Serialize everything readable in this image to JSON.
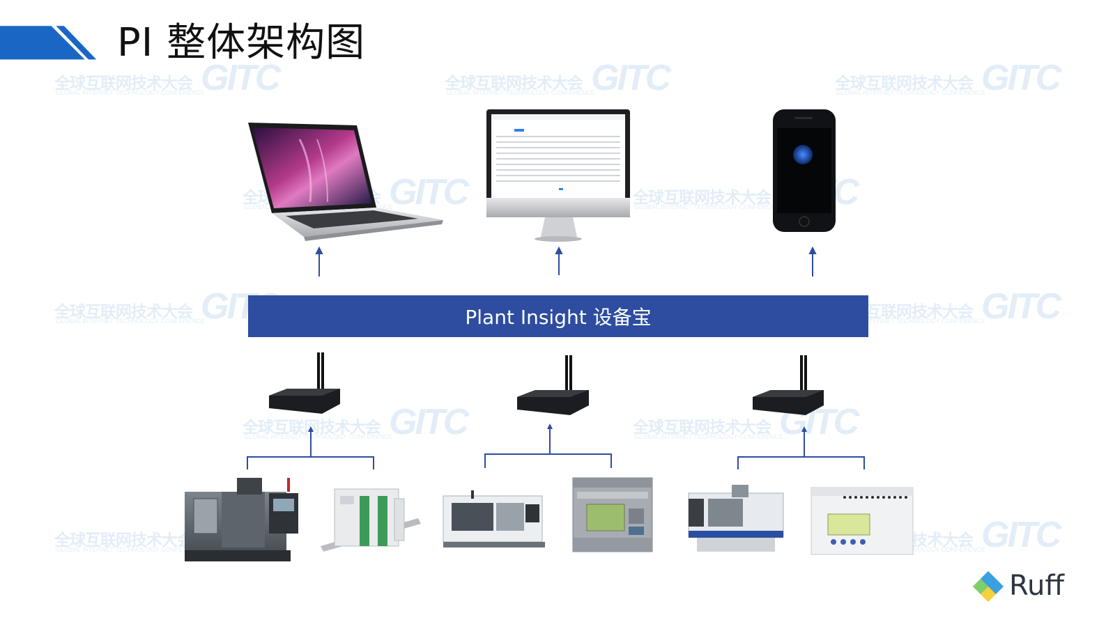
{
  "header": {
    "title": "PI 整体架构图",
    "accent_color": "#1a66c4"
  },
  "platform": {
    "label": "Plant Insight 设备宝",
    "color": "#2e4da0"
  },
  "client_devices": [
    {
      "name": "laptop",
      "icon": "laptop-icon"
    },
    {
      "name": "desktop-monitor",
      "icon": "monitor-icon"
    },
    {
      "name": "smartphone",
      "icon": "phone-icon"
    }
  ],
  "gateways": [
    {
      "icon": "router-icon"
    },
    {
      "icon": "router-icon"
    },
    {
      "icon": "router-icon"
    }
  ],
  "machines": [
    {
      "group": 1,
      "items": [
        "cnc-machining-center-icon",
        "plc-module-icon"
      ]
    },
    {
      "group": 2,
      "items": [
        "cnc-lathe-icon",
        "siemens-logo-plc-icon"
      ]
    },
    {
      "group": 3,
      "items": [
        "cnc-turning-center-icon",
        "smart-relay-icon"
      ]
    }
  ],
  "watermark": {
    "cn": "全球互联网技术大会",
    "en": "GLOBAL INTERNET TECHNOLOGY CONFERENCE",
    "logo": "GITC"
  },
  "brand": {
    "name": "Ruff",
    "icon": "ruff-logo-icon"
  },
  "colors": {
    "connector": "#2e4da0",
    "arrow": "#2e4da0"
  }
}
